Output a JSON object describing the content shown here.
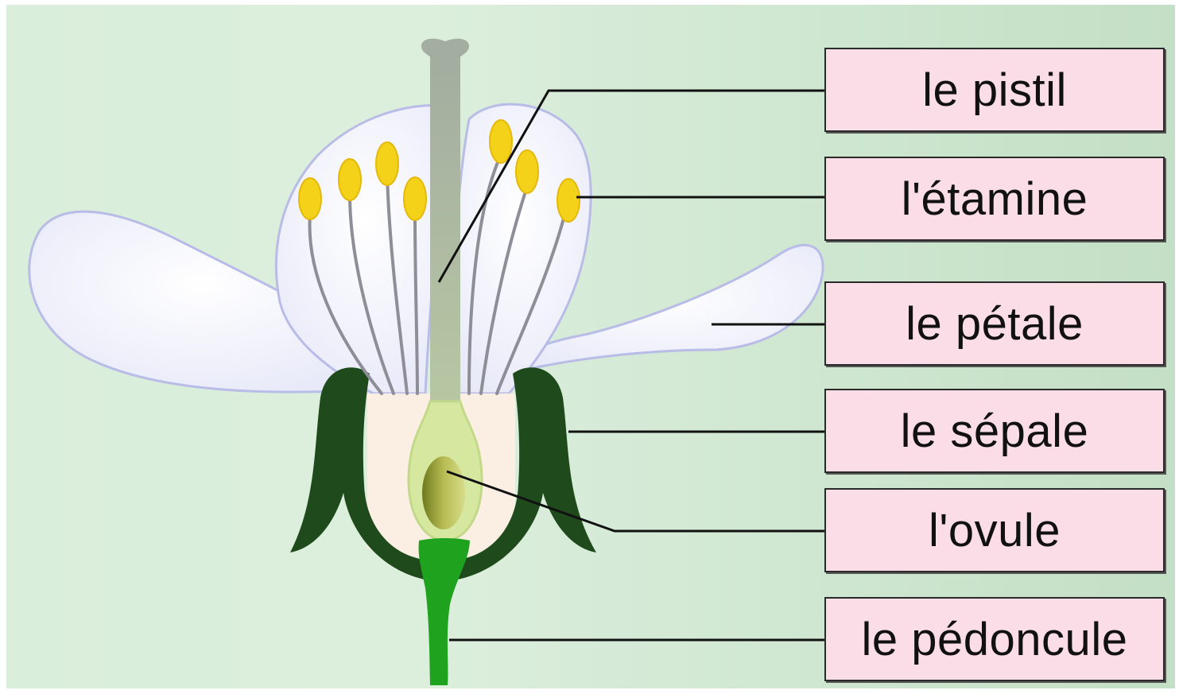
{
  "labels": [
    {
      "id": "pistil",
      "text": "le pistil"
    },
    {
      "id": "etamine",
      "text": "l'étamine"
    },
    {
      "id": "petale",
      "text": "le pétale"
    },
    {
      "id": "sepale",
      "text": "le sépale"
    },
    {
      "id": "ovule",
      "text": "l'ovule"
    },
    {
      "id": "pedoncule",
      "text": "le pédoncule"
    }
  ],
  "colors": {
    "background_left": "#d4ebd5",
    "background_right": "#c4e0c6",
    "petal": "#eef0fb",
    "petal_outline": "#b8bce6",
    "sepal": "#1f4a1b",
    "receptacle": "#fbeee2",
    "pistil": "#a8b5a4",
    "ovary": "#d6e8a0",
    "ovule": "#9aa23e",
    "anther": "#f5d21a",
    "filament": "#8e8e98",
    "peduncle": "#1fa31f",
    "label_fill": "#fadde6",
    "leader_line": "#111111"
  }
}
